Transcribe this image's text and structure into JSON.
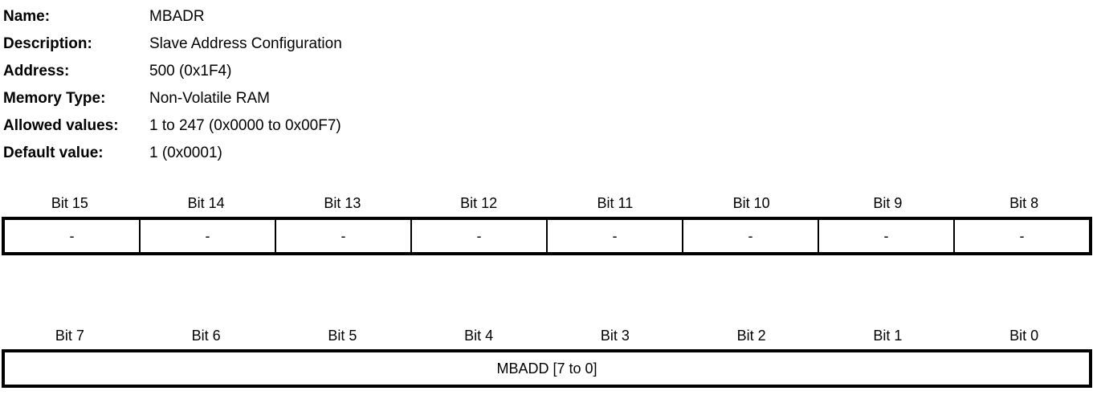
{
  "header": {
    "rows": [
      {
        "label": "Name:",
        "value": "MBADR"
      },
      {
        "label": "Description:",
        "value": "Slave Address Configuration"
      },
      {
        "label": "Address:",
        "value": "500 (0x1F4)"
      },
      {
        "label": "Memory Type:",
        "value": "Non-Volatile RAM"
      },
      {
        "label": "Allowed values:",
        "value": "1 to 247 (0x0000 to 0x00F7)"
      },
      {
        "label": "Default value:",
        "value": "1 (0x0001)"
      }
    ]
  },
  "upper_register": {
    "bit_labels": [
      "Bit 15",
      "Bit 14",
      "Bit 13",
      "Bit 12",
      "Bit 11",
      "Bit 10",
      "Bit 9",
      "Bit 8"
    ],
    "cells": [
      "-",
      "-",
      "-",
      "-",
      "-",
      "-",
      "-",
      "-"
    ]
  },
  "lower_register": {
    "bit_labels": [
      "Bit 7",
      "Bit 6",
      "Bit 5",
      "Bit 4",
      "Bit 3",
      "Bit 2",
      "Bit 1",
      "Bit 0"
    ],
    "merged_field": "MBADD [7 to 0]"
  },
  "colors": {
    "text": "#000000",
    "border": "#000000",
    "background": "#ffffff"
  }
}
